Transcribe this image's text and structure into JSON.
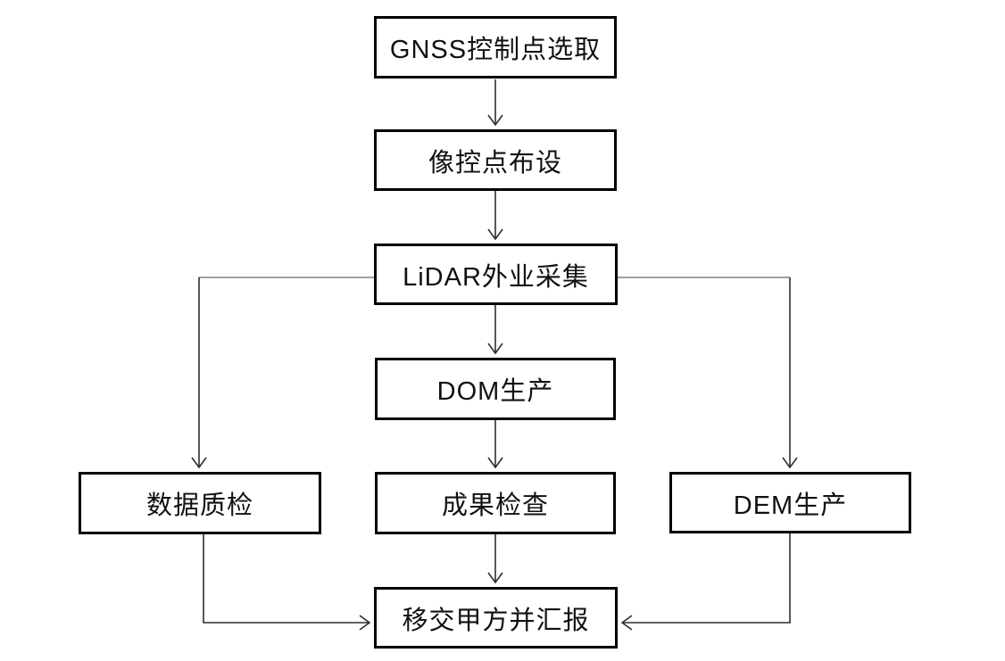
{
  "diagram": {
    "type": "flowchart",
    "colors": {
      "background": "#ffffff",
      "box_border": "#000000",
      "text": "#111111",
      "connector": "#2e2e2e",
      "branch_horizontal": "#808080"
    },
    "nodes": {
      "gnss_control_point": "GNSS控制点选取",
      "image_control_point_layout": "像控点布设",
      "lidar_field_collection": "LiDAR外业采集",
      "dom_production": "DOM生产",
      "data_quality_check": "数据质检",
      "result_inspection": "成果检查",
      "dem_production": "DEM生产",
      "handover_and_report": "移交甲方并汇报"
    },
    "edges": [
      {
        "from": "GNSS控制点选取",
        "to": "像控点布设"
      },
      {
        "from": "像控点布设",
        "to": "LiDAR外业采集"
      },
      {
        "from": "LiDAR外业采集",
        "to": "DOM生产"
      },
      {
        "from": "LiDAR外业采集",
        "to": "数据质检"
      },
      {
        "from": "LiDAR外业采集",
        "to": "DEM生产"
      },
      {
        "from": "DOM生产",
        "to": "成果检查"
      },
      {
        "from": "成果检查",
        "to": "移交甲方并汇报"
      },
      {
        "from": "数据质检",
        "to": "移交甲方并汇报"
      },
      {
        "from": "DEM生产",
        "to": "移交甲方并汇报"
      }
    ]
  }
}
